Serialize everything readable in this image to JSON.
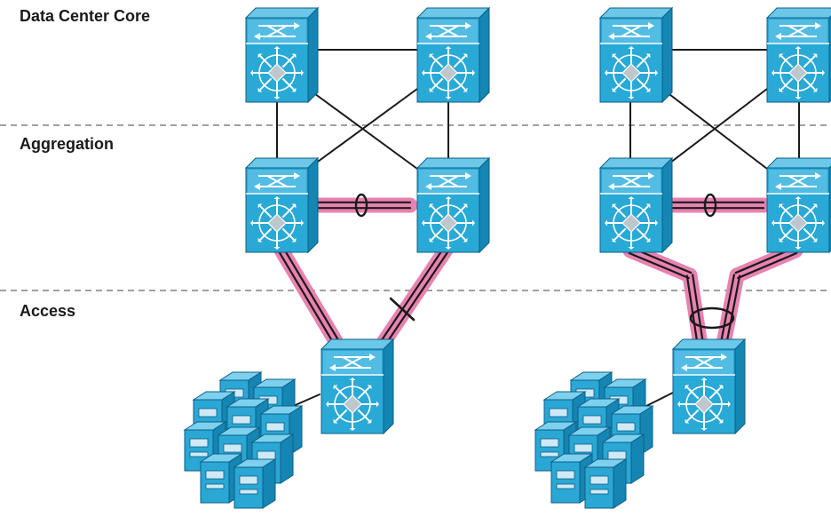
{
  "layers": [
    {
      "id": "core",
      "label": "Data Center Core"
    },
    {
      "id": "aggregation",
      "label": "Aggregation"
    },
    {
      "id": "access",
      "label": "Access"
    }
  ],
  "colors": {
    "switch_front": "#29a9d6",
    "switch_top": "#6cc8e8",
    "switch_side": "#1486b3",
    "switch_outline": "#0e5f85",
    "server_front": "#2aa7d5",
    "server_top": "#7dd0ee",
    "server_side": "#1585b3",
    "link": "#1a1a1a",
    "highlight": "#e882b0",
    "layer_divider": "#a0a0a0"
  },
  "icons": {
    "switch": "multilayer-switch-icon",
    "server": "server-icon",
    "bundle": "port-channel-bundle-icon",
    "blocked": "blocked-link-icon"
  }
}
